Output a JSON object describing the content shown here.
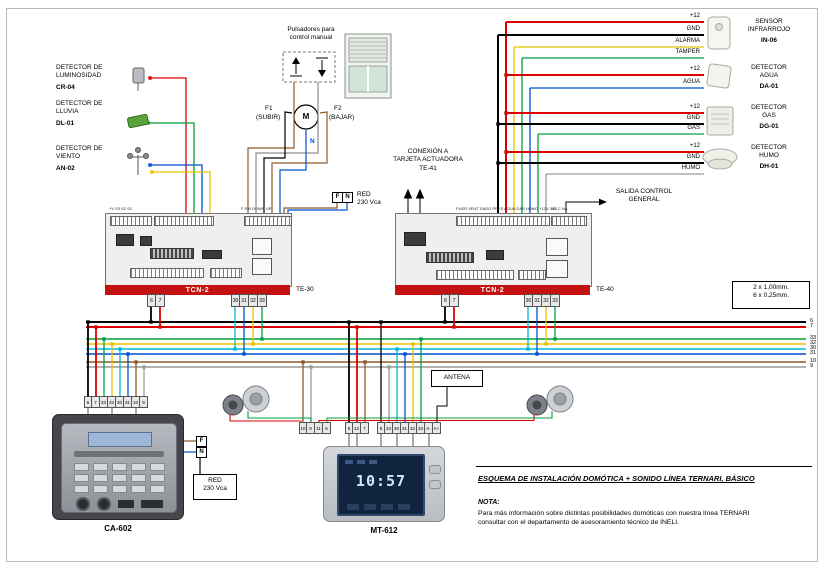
{
  "colors": {
    "wire_black": "#000000",
    "wire_red": "#dd0000",
    "wire_green": "#00a03c",
    "wire_yellow": "#e8c400",
    "wire_cyan": "#00b8d4",
    "wire_blue": "#0050d0",
    "wire_brown": "#8a5a2a",
    "wire_gray": "#9a9a9a",
    "board_bar_red": "#c41212",
    "screen_navy": "#10243f",
    "screen_text": "#cfe8ff"
  },
  "left_sensors": [
    {
      "l1": "DETECTOR DE",
      "l2": "LUMINOSIDAD",
      "code": "CR-04"
    },
    {
      "l1": "DETECTOR DE",
      "l2": "LLUVIA",
      "code": "DL-01"
    },
    {
      "l1": "DETECTOR DE",
      "l2": "VIENTO",
      "code": "AN-02"
    }
  ],
  "top": {
    "pulsadores_l1": "Pulsadores para",
    "pulsadores_l2": "control manual",
    "motor": "M",
    "f1": "F1",
    "f1_sub": "(SUBIR)",
    "f2": "F2",
    "f2_sub": "(BAJAR)",
    "neutral": "N",
    "mains_f": "F",
    "mains_n": "N",
    "mains_l1": "RED",
    "mains_l2": "230 Vca"
  },
  "boards": {
    "left": {
      "name": "TCN-2",
      "tag": "TE-30",
      "top_a": "+V S3 S2 S1",
      "top_b": "F SW DOWN UP",
      "t67": [
        "6",
        "7"
      ],
      "t30": [
        "30",
        "31",
        "32",
        "33"
      ]
    },
    "right": {
      "name": "TCN-2",
      "tag": "TE-40",
      "top_a": "PUER VENT SADO PRES AGUA GAS HUMO +12V 12V",
      "top_b": "NC C NA",
      "t67": [
        "6",
        "7"
      ],
      "t30": [
        "30",
        "31",
        "32",
        "33"
      ]
    }
  },
  "te41": {
    "l1": "CONEXIÓN A",
    "l2": "TARJETA ACTUADORA",
    "l3": "TE-41"
  },
  "salida": {
    "l1": "SALIDA CONTROL",
    "l2": "GENERAL"
  },
  "right_sensors": {
    "infra": {
      "l1": "SENSOR",
      "l2": "INFRARROJO",
      "code": "IN-06",
      "w": [
        "+12",
        "GND",
        "ALARMA",
        "TAMPER"
      ]
    },
    "agua": {
      "l1": "DETECTOR",
      "l2": "AGUA",
      "code": "DA-01",
      "w": [
        "+12",
        "AGUA"
      ]
    },
    "gas": {
      "l1": "DETECTOR",
      "l2": "GAS",
      "code": "DG-01",
      "w": [
        "+12",
        "GND",
        "GAS"
      ]
    },
    "humo": {
      "l1": "DETECTOR",
      "l2": "HUMO",
      "code": "DH-01",
      "w": [
        "+12",
        "GND",
        "HUMO"
      ]
    }
  },
  "legend": {
    "l1": "2 x 1,00mm.",
    "l2": "6 x 0,25mm."
  },
  "bus": {
    "labels": [
      "6",
      "7",
      "33",
      "32",
      "30",
      "31",
      "10",
      "9"
    ]
  },
  "ca602": {
    "label": "CA-602",
    "terminals": [
      "6",
      "7",
      "33",
      "32",
      "30",
      "31",
      "10",
      "9"
    ],
    "mains_f": "F",
    "mains_n": "N",
    "red_l1": "RED",
    "red_l2": "230 Vca"
  },
  "mt612": {
    "label": "MT-612",
    "time": "10:57",
    "antena": "ANTENA",
    "row_a": [
      "10",
      "9",
      "11",
      "6"
    ],
    "row_b": [
      "6",
      "12",
      "7"
    ],
    "row_c": [
      "6",
      "34",
      "30",
      "31",
      "32",
      "33",
      "A-",
      "A+"
    ]
  },
  "title_block": {
    "title": "ESQUEMA DE INSTALACIÓN DOMÓTICA + SONIDO LÍNEA TERNARI, BÁSICO",
    "nota": "NOTA:",
    "body_l1": "Para más información sobre distintas posibilidades domóticas con nuestra línea TERNARI",
    "body_l2": "consultar con el departamento de asesoramiento técnico de INELI."
  }
}
